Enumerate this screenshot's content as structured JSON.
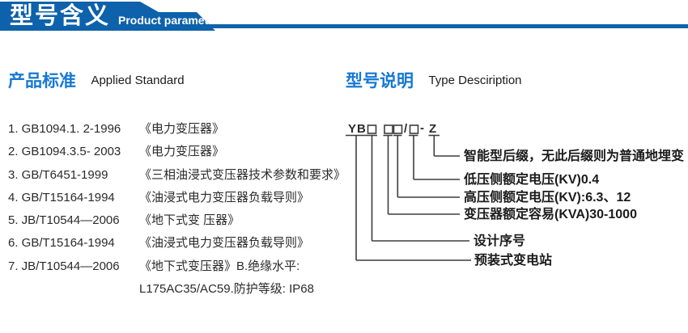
{
  "header": {
    "title_cn": "型号含义",
    "subtitle_en": "Product parameters"
  },
  "left": {
    "heading_cn": "产品标准",
    "heading_en": "Applied Standard",
    "standards": [
      {
        "code": "1. GB1094.1. 2-1996",
        "title": "《电力变压器》"
      },
      {
        "code": "2. GB1094.3.5- 2003",
        "title": "《电力变压器》"
      },
      {
        "code": "3. GB/T6451-1999",
        "title": "《三相油浸式变压器技术参数和要求》"
      },
      {
        "code": "4. GB/T15164-1994",
        "title": "《油浸式电力变压器负载导则》"
      },
      {
        "code": "5. JB/T10544—2006",
        "title": "《地下式变 压器》"
      },
      {
        "code": "6. GB/T15164-1994",
        "title": "《油浸式电力变压器负载导则》"
      },
      {
        "code": "7. JB/T10544—2006",
        "title": "《地下式变压器》B.绝缘水平:"
      }
    ],
    "continuation": "L175AC35/AC59.防护等级: IP68"
  },
  "right": {
    "heading_cn": "型号说明",
    "heading_en": "Type Desciription",
    "model_code": {
      "prefix": "YB",
      "slash": "/",
      "dash": "-",
      "suffix": "Z"
    },
    "labels": [
      "智能型后缀，无此后缀则为普通地埋变",
      "低压侧额定电压(KV)0.4",
      "高压侧额定电压(KV):6.3、12",
      "变压器额定容易(KVA)30-1000",
      "设计序号",
      "预装式变电站"
    ]
  },
  "colors": {
    "banner_blue": "#0d62ab",
    "heading_blue": "#1678d4"
  }
}
